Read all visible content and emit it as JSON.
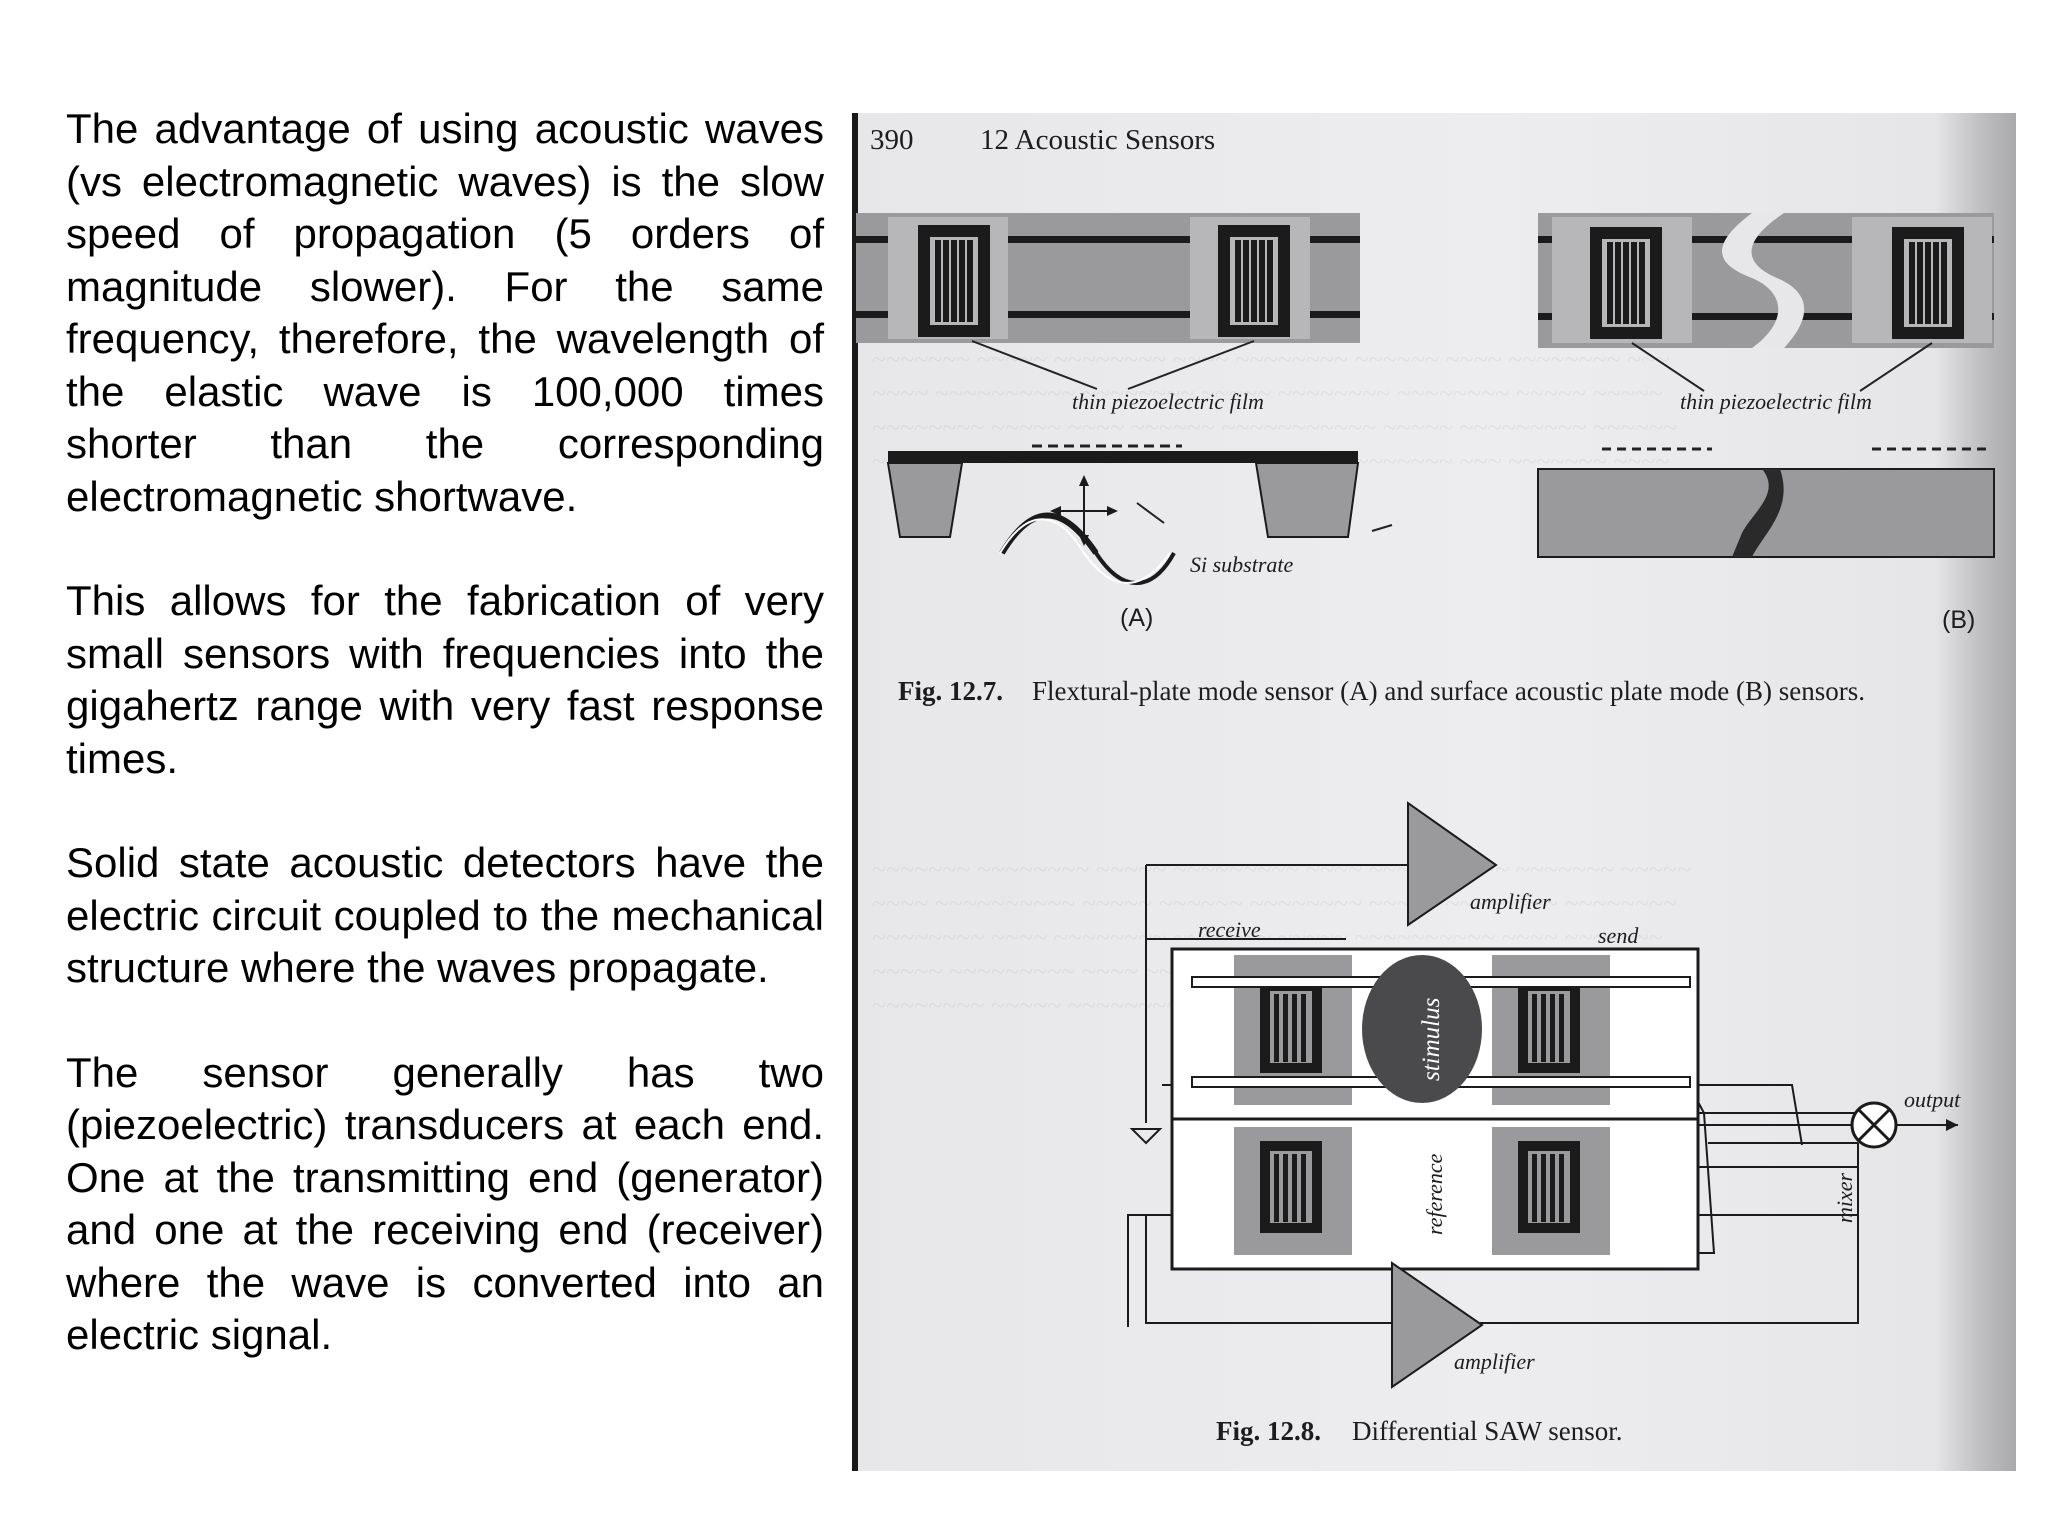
{
  "paragraphs": [
    "The advantage of using acoustic waves (vs electromagnetic waves) is the slow speed of propagation (5 orders of magnitude slower). For the same frequency, therefore, the wavelength of the elastic wave is 100,000 times shorter than the corresponding electromagnetic shortwave.",
    "This allows for the fabrication of very small sensors with frequencies into the gigahertz range with very fast response times.",
    "Solid state acoustic detectors have the electric circuit coupled to the mechanical structure where the waves propagate.",
    "The sensor generally has two (piezoelectric) transducers at each end. One at the transmitting end (generator) and one at the receiving end (receiver) where the wave is converted into an electric signal."
  ],
  "scan": {
    "page_number": "390",
    "running_head": "12 Acoustic Sensors",
    "fig7": {
      "label_film_left": "thin piezoelectric film",
      "label_film_right": "thin piezoelectric film",
      "label_substrate": "Si substrate",
      "panel_a": "(A)",
      "panel_b": "(B)",
      "caption_number": "Fig. 12.7.",
      "caption_text": "Flextural-plate mode sensor (A) and surface acoustic plate mode (B) sensors."
    },
    "fig8": {
      "label_amplifier_top": "amplifier",
      "label_receive": "receive",
      "label_send": "send",
      "label_stimulus": "stimulus",
      "label_reference": "reference",
      "label_output": "output",
      "label_mixer": "mixer",
      "label_amplifier_bottom": "amplifier",
      "caption_number": "Fig. 12.8.",
      "caption_text": "Differential SAW sensor."
    }
  }
}
